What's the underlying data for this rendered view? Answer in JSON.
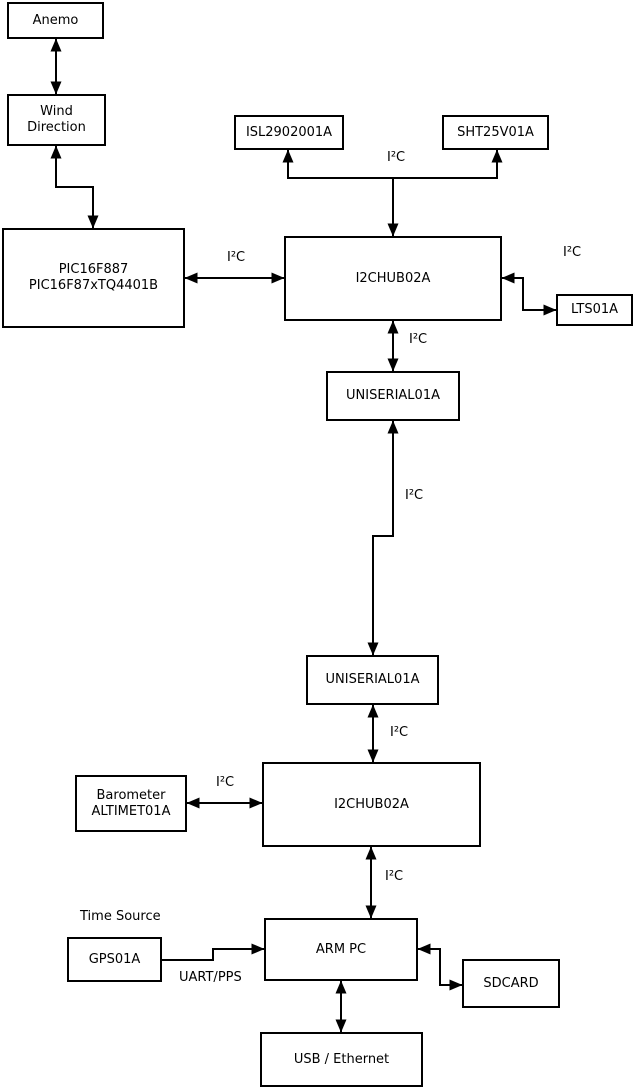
{
  "diagram": {
    "nodes": {
      "anemo": {
        "label": "Anemo"
      },
      "wind_direction": {
        "line1": "Wind",
        "line2": "Direction"
      },
      "pic": {
        "line1": "PIC16F887",
        "line2": "PIC16F87xTQ4401B"
      },
      "isl": {
        "label": "ISL2902001A"
      },
      "sht": {
        "label": "SHT25V01A"
      },
      "hub1": {
        "label": "I2CHUB02A"
      },
      "lts": {
        "label": "LTS01A"
      },
      "uniserial1": {
        "label": "UNISERIAL01A"
      },
      "uniserial2": {
        "label": "UNISERIAL01A"
      },
      "barometer": {
        "line1": "Barometer",
        "line2": "ALTIMET01A"
      },
      "hub2": {
        "label": "I2CHUB02A"
      },
      "arm_pc": {
        "label": "ARM PC"
      },
      "gps": {
        "label": "GPS01A"
      },
      "sdcard": {
        "label": "SDCARD"
      },
      "usb": {
        "label": "USB / Ethernet"
      }
    },
    "edge_labels": {
      "i2c_tree": "I²C",
      "i2c_pic_hub1": "I²C",
      "i2c_hub1_lts": "I²C",
      "i2c_hub1_uniserial1": "I²C",
      "i2c_uniserial_link": "I²C",
      "i2c_uniserial2_hub2": "I²C",
      "i2c_barometer_hub2": "I²C",
      "i2c_hub2_armpc": "I²C",
      "time_source": "Time Source",
      "uart_pps": "UART/PPS"
    },
    "colors": {
      "line": "#000000",
      "box_border": "#000000",
      "box_fill": "#ffffff",
      "text": "#000000",
      "background": "#ffffff"
    }
  }
}
